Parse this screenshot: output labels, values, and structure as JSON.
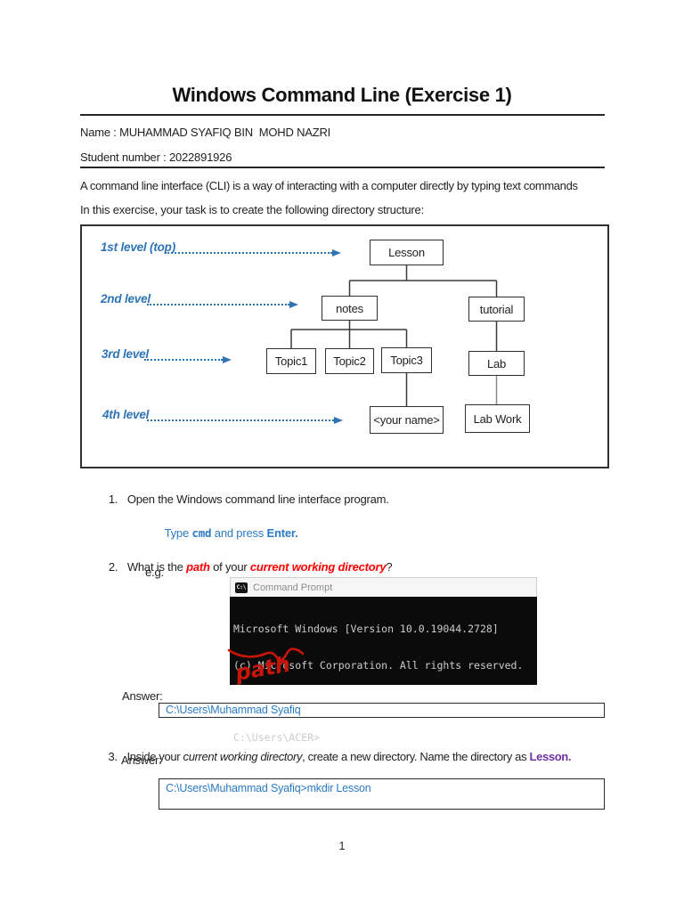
{
  "header": {
    "title": "Windows Command Line (Exercise 1)",
    "name_line": "Name : MUHAMMAD SYAFIQ BIN  MOHD NAZRI",
    "student_line": "Student number : 2022891926"
  },
  "intro": {
    "line1": "A command line interface (CLI) is a way of interacting with a computer directly by typing text commands",
    "line2": "In this exercise, your task is to create the following directory structure:"
  },
  "diagram": {
    "levels": [
      "1st level (top)",
      "2nd level",
      "3rd level",
      "4th level"
    ],
    "nodes": {
      "lesson": "Lesson",
      "notes": "notes",
      "tutorial": "tutorial",
      "topic1": "Topic1",
      "topic2": "Topic2",
      "topic3": "Topic3",
      "lab": "Lab",
      "your_name": "<your name>",
      "lab_work": "Lab Work"
    }
  },
  "steps": {
    "one": {
      "number": "1.",
      "text": "Open the Windows command line interface program.",
      "hint": {
        "part1": "Type ",
        "code": "cmd",
        "part2": " and press ",
        "key": "Enter."
      }
    },
    "two": {
      "number": "2.",
      "part1": "What is the ",
      "em1": "path",
      "part2": " of your ",
      "em2": "current working directory",
      "part3": "?",
      "eg": "e.g.",
      "answer_label": "Answer:",
      "answer": "C:\\Users\\Muhammad Syafiq"
    },
    "three": {
      "number": "3.",
      "part1": "Inside your ",
      "em1": "current working directory",
      "part2": ", create a new directory. Name the directory as ",
      "em2": "Lesson.",
      "answer_label": "Answer:",
      "answer": "C:\\Users\\Muhammad Syafiq>mkdir Lesson"
    }
  },
  "terminal": {
    "icon_label": "C:\\",
    "title": "Command Prompt",
    "lines": [
      "Microsoft Windows [Version 10.0.19044.2728]",
      "(c) Microsoft Corporation. All rights reserved.",
      "",
      "C:\\Users\\ACER>"
    ],
    "annotation": "path"
  },
  "footer": {
    "page_number": "1"
  },
  "colors": {
    "accent_blue": "#2E74B5",
    "answer_blue": "#2B7BC4",
    "emphasis_red": "#FF0000",
    "annotation_red": "#C8150A",
    "emphasis_purple": "#7030A0",
    "terminal_bg": "#0B0B0B"
  }
}
